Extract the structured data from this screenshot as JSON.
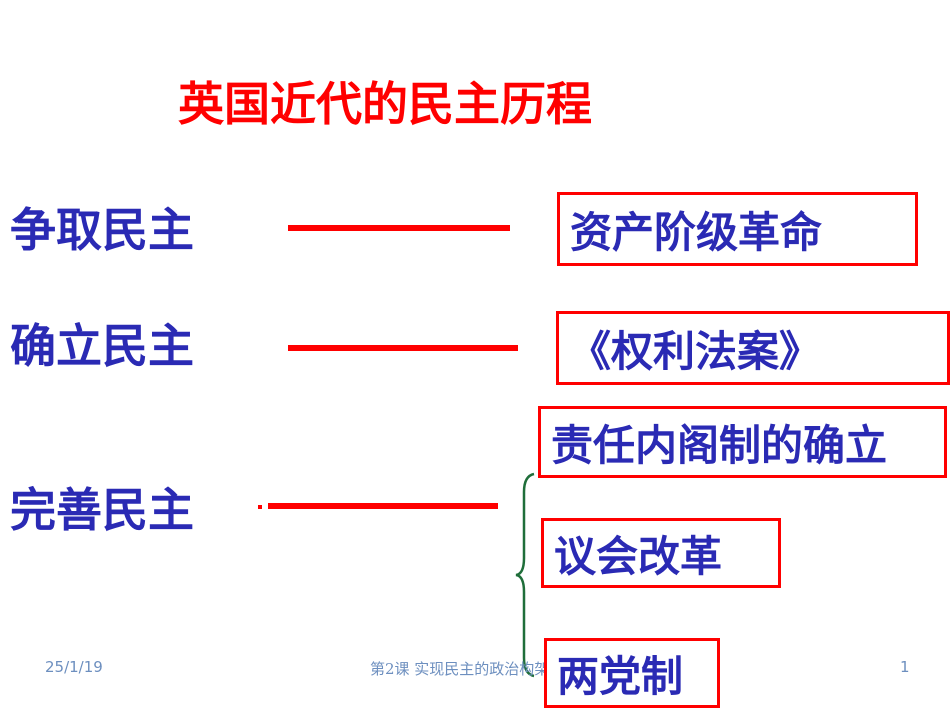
{
  "title": "英国近代的民主历程",
  "stages": [
    {
      "label": "争取民主",
      "result": "资产阶级革命"
    },
    {
      "label": "确立民主",
      "result": "《权利法案》"
    },
    {
      "label": "完善民主",
      "results": [
        "责任内阁制的确立",
        "议会改革",
        "两党制"
      ]
    }
  ],
  "footer": {
    "date": "25/1/19",
    "center": "第2课  实现民主的政治构架",
    "page": "1"
  },
  "colors": {
    "title": "#ff0000",
    "text": "#2a2ab4",
    "line": "#ff0000",
    "box_border": "#ff0000",
    "brace": "#1f6e3a",
    "footer": "#6d8fbf"
  }
}
